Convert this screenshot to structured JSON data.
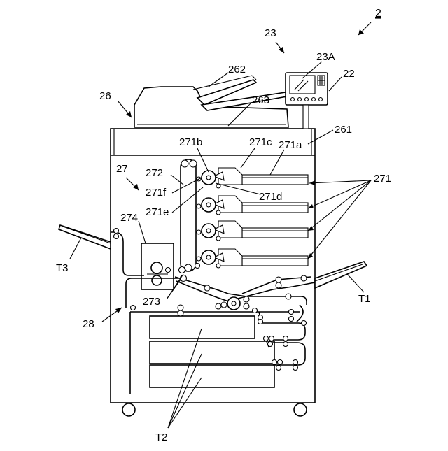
{
  "labels": {
    "apparatus": "2",
    "panel_group": "23",
    "panel_screen": "23A",
    "panel": "22",
    "adf": "26",
    "adf_tray": "262",
    "platen": "263",
    "scanner": "261",
    "print_unit": "27",
    "photo_drum": "271b",
    "charger": "271c",
    "dev_unit": "271a",
    "toner": "271",
    "cleaner": "272",
    "unit_f": "271f",
    "unit_d": "271d",
    "unit_e": "271e",
    "fuser": "274",
    "out_tray": "T3",
    "manual_tray": "T1",
    "rollers": "273",
    "conveyance": "28",
    "paper_trays": "T2"
  }
}
